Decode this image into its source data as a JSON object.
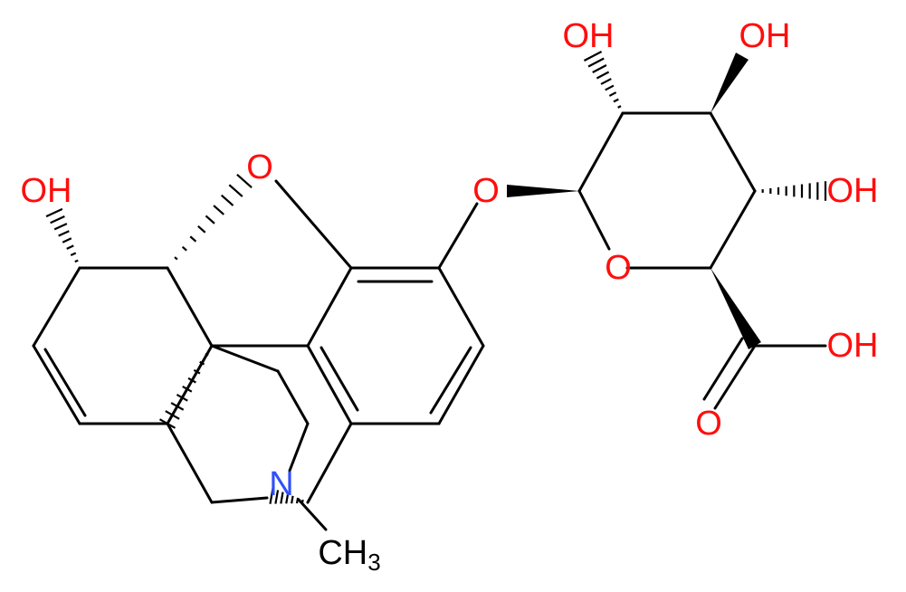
{
  "molecule": {
    "atoms": {
      "o_bridge": {
        "text": "O",
        "color": "#ff0d0d"
      },
      "oh_left": {
        "text": "OH",
        "color": "#ff0d0d"
      },
      "o_aryl_ether": {
        "text": "O",
        "color": "#ff0d0d"
      },
      "o_ring": {
        "text": "O",
        "color": "#ff0d0d"
      },
      "oh_top_left": {
        "text": "OH",
        "color": "#ff0d0d"
      },
      "oh_top_right": {
        "text": "OH",
        "color": "#ff0d0d"
      },
      "oh_right": {
        "text": "OH",
        "color": "#ff0d0d"
      },
      "oh_acid": {
        "text": "OH",
        "color": "#ff0d0d"
      },
      "o_carbonyl": {
        "text": "O",
        "color": "#ff0d0d"
      },
      "n_amine": {
        "text": "N",
        "color": "#3050f8"
      },
      "methyl_c": {
        "text": "CH",
        "color": "#000000"
      },
      "methyl_sub": {
        "text": "3",
        "color": "#000000"
      }
    }
  }
}
